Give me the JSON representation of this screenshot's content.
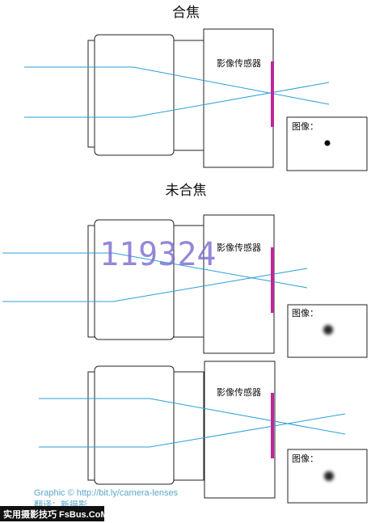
{
  "titles": {
    "in_focus": "合焦",
    "out_of_focus": "未合焦"
  },
  "labels": {
    "sensor": "影像传感器",
    "image": "图像："
  },
  "watermark": "119324",
  "credit_line_1": "Graphic © http://bit.ly/camera-lenses",
  "credit_line_2": "翻译：新摄影",
  "badge": "实用摄影技巧 FsBus.CoM",
  "colors": {
    "ray": "#2a9fd6",
    "sensor": "#c0269b",
    "watermark": "#7d6ad0",
    "credit": "#5aa7c8",
    "badge_bg": "#111111"
  }
}
